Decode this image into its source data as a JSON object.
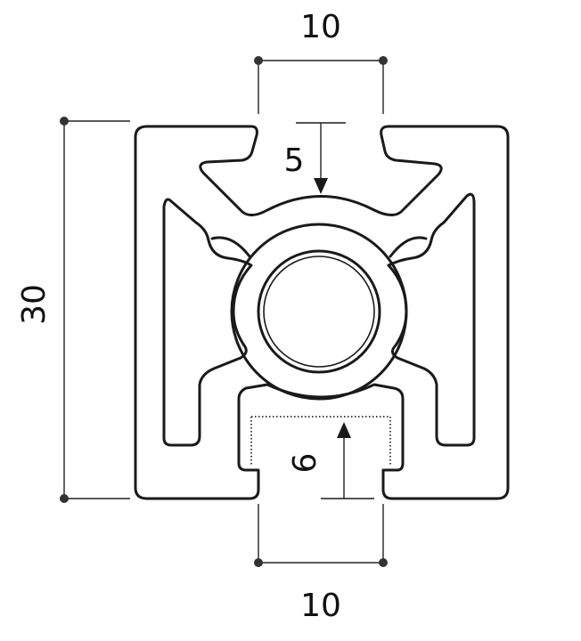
{
  "dimensions": {
    "top_width": "10",
    "bottom_width": "10",
    "height": "30",
    "top_slot_depth": "5",
    "bottom_slot_depth": "6"
  }
}
